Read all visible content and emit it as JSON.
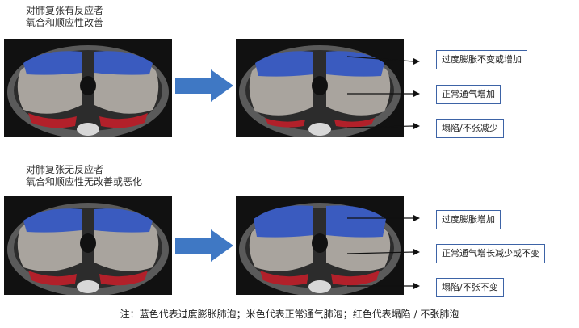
{
  "top": {
    "title_line1": "对肺复张有反应者",
    "title_line2": "氧合和顺应性改善",
    "labels": [
      "过度膨胀不变或增加",
      "正常通气增加",
      "塌陷/不张减少"
    ]
  },
  "bottom": {
    "title_line1": "对肺复张无反应者",
    "title_line2": "氧合和顺应性无改善或恶化",
    "labels": [
      "过度膨胀增加",
      "正常通气增长减少或不变",
      "塌陷/不张不变"
    ]
  },
  "note": "注：蓝色代表过度膨胀肺泡；米色代表正常通气肺泡；红色代表塌陷 / 不张肺泡",
  "colors": {
    "overdistension": "#3a5bbf",
    "normal": "#a9a49e",
    "collapse": "#b2202a",
    "arrow": "#3f78c4",
    "box_border": "#3d63a6"
  }
}
